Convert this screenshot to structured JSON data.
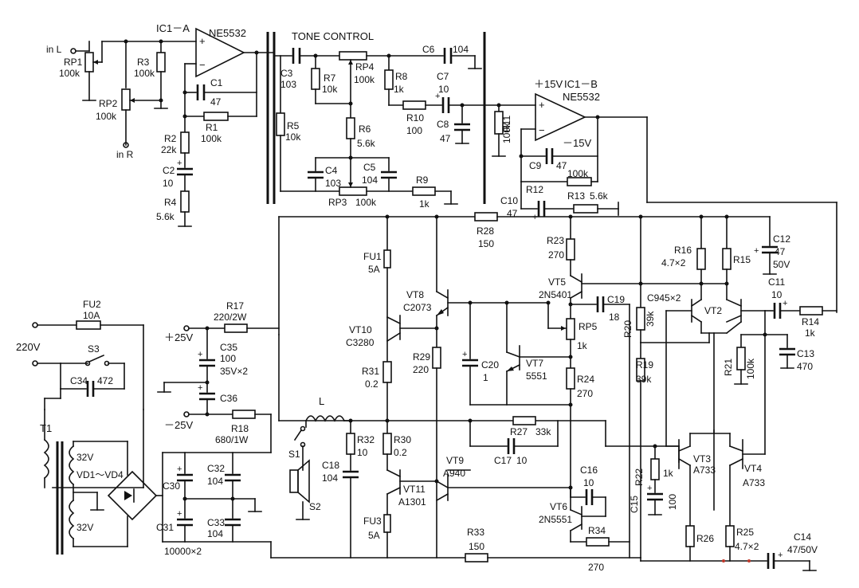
{
  "inputs": {
    "in_l": "in L",
    "in_r": "in R"
  },
  "ic1a": {
    "ref": "IC1－A",
    "part": "NE5532"
  },
  "ic1b": {
    "ref": "IC1－B",
    "part": "NE5532",
    "vpos": "＋15V",
    "vneg": "－15V"
  },
  "tone_title": "TONE CONTROL",
  "resistors": {
    "RP1": {
      "ref": "RP1",
      "value": "100k"
    },
    "RP2": {
      "ref": "RP2",
      "value": "100k"
    },
    "R3": {
      "ref": "R3",
      "value": "100k"
    },
    "R1": {
      "ref": "R1",
      "value": "100k"
    },
    "R2": {
      "ref": "R2",
      "value": "22k"
    },
    "R4": {
      "ref": "R4",
      "value": "5.6k"
    },
    "R5": {
      "ref": "R5",
      "value": "10k"
    },
    "R7": {
      "ref": "R7",
      "value": "10k"
    },
    "RP4": {
      "ref": "RP4",
      "value": "100k"
    },
    "R8": {
      "ref": "R8",
      "value": "1k"
    },
    "R10": {
      "ref": "R10",
      "value": "100"
    },
    "R6": {
      "ref": "R6",
      "value": "5.6k"
    },
    "RP3": {
      "ref": "RP3",
      "value": "100k"
    },
    "R9": {
      "ref": "R9",
      "value": "1k"
    },
    "R11": {
      "ref": "R11",
      "value": "100k"
    },
    "R12": {
      "ref": "R12",
      "value": "100k"
    },
    "R13": {
      "ref": "R13",
      "value": "5.6k"
    },
    "R28": {
      "ref": "R28",
      "value": "150"
    },
    "R23": {
      "ref": "R23",
      "value": "270"
    },
    "R16": {
      "ref": "R16",
      "value": "4.7×2"
    },
    "R15": {
      "ref": "R15",
      "value": ""
    },
    "R14": {
      "ref": "R14",
      "value": "1k"
    },
    "R17": {
      "ref": "R17",
      "value": "220/2W"
    },
    "R18": {
      "ref": "R18",
      "value": "680/1W"
    },
    "R29": {
      "ref": "R29",
      "value": "220"
    },
    "R31": {
      "ref": "R31",
      "value": "0.2"
    },
    "RP5": {
      "ref": "RP5",
      "value": "1k"
    },
    "R24": {
      "ref": "R24",
      "value": "270"
    },
    "R20": {
      "ref": "R20",
      "value": "39k"
    },
    "R19": {
      "ref": "R19",
      "value": "39k"
    },
    "R21": {
      "ref": "R21",
      "value": "100k"
    },
    "R32": {
      "ref": "R32",
      "value": "10"
    },
    "R30": {
      "ref": "R30",
      "value": "0.2"
    },
    "R27": {
      "ref": "R27",
      "value": "33k"
    },
    "R22": {
      "ref": "R22",
      "value": "1k"
    },
    "R33": {
      "ref": "R33",
      "value": "150"
    },
    "R34": {
      "ref": "R34",
      "value": "270"
    },
    "R26": {
      "ref": "R26",
      "value": ""
    },
    "R25": {
      "ref": "R25",
      "value": "4.7×2"
    }
  },
  "capacitors": {
    "C1": {
      "ref": "C1",
      "value": "47"
    },
    "C2": {
      "ref": "C2",
      "value": "10"
    },
    "C3": {
      "ref": "C3",
      "value": "103"
    },
    "C6": {
      "ref": "C6",
      "value": "104"
    },
    "C7": {
      "ref": "C7",
      "value": "10"
    },
    "C8": {
      "ref": "C8",
      "value": "47"
    },
    "C4": {
      "ref": "C4",
      "value": "103"
    },
    "C5": {
      "ref": "C5",
      "value": "104"
    },
    "C9": {
      "ref": "C9",
      "value": "47"
    },
    "C10": {
      "ref": "C10",
      "value": "47"
    },
    "C12": {
      "ref": "C12",
      "value": "47",
      "voltage": "50V"
    },
    "C11": {
      "ref": "C11",
      "value": "10"
    },
    "C19": {
      "ref": "C19",
      "value": "18"
    },
    "C13": {
      "ref": "C13",
      "value": "470"
    },
    "C35": {
      "ref": "C35",
      "value": "100",
      "voltage": "35V×2"
    },
    "C36": {
      "ref": "C36",
      "value": ""
    },
    "C34": {
      "ref": "C34",
      "value": "472"
    },
    "C20": {
      "ref": "C20",
      "value": "1"
    },
    "C18": {
      "ref": "C18",
      "value": "104"
    },
    "C17": {
      "ref": "C17",
      "value": "10"
    },
    "C16": {
      "ref": "C16",
      "value": "10"
    },
    "C15": {
      "ref": "C15",
      "value": "100"
    },
    "C30": {
      "ref": "C30",
      "value": ""
    },
    "C31": {
      "ref": "C31",
      "value": ""
    },
    "C32": {
      "ref": "C32",
      "value": "104"
    },
    "C33": {
      "ref": "C33",
      "value": "104"
    },
    "C3031_value": "10000×2",
    "C14": {
      "ref": "C14",
      "value": "47/50V"
    }
  },
  "transistors": {
    "VT1": {
      "ref": "",
      "part": ""
    },
    "VT2": {
      "ref": "VT2",
      "part": "C945×2"
    },
    "VT3": {
      "ref": "VT3",
      "part": "A733"
    },
    "VT4": {
      "ref": "VT4",
      "part": "A733"
    },
    "VT5": {
      "ref": "VT5",
      "part": "2N5401"
    },
    "VT6": {
      "ref": "VT6",
      "part": "2N5551"
    },
    "VT7": {
      "ref": "VT7",
      "part": "5551"
    },
    "VT8": {
      "ref": "VT8",
      "part": "C2073"
    },
    "VT9": {
      "ref": "VT9",
      "part": "A940"
    },
    "VT10": {
      "ref": "VT10",
      "part": "C3280"
    },
    "VT11": {
      "ref": "VT11",
      "part": "A1301"
    }
  },
  "fuses": {
    "FU1": {
      "ref": "FU1",
      "value": "5A"
    },
    "FU2": {
      "ref": "FU2",
      "value": "10A"
    },
    "FU3": {
      "ref": "FU3",
      "value": "5A"
    }
  },
  "power": {
    "mains": "220V",
    "switch": "S3",
    "transformer": "T1",
    "sec_top": "32V",
    "sec_bot": "32V",
    "bridge": "VD1～VD4",
    "pos_rail": "＋25V",
    "neg_rail": "－25V"
  },
  "output": {
    "inductor": "L",
    "s1": "S1",
    "s2": "S2"
  }
}
